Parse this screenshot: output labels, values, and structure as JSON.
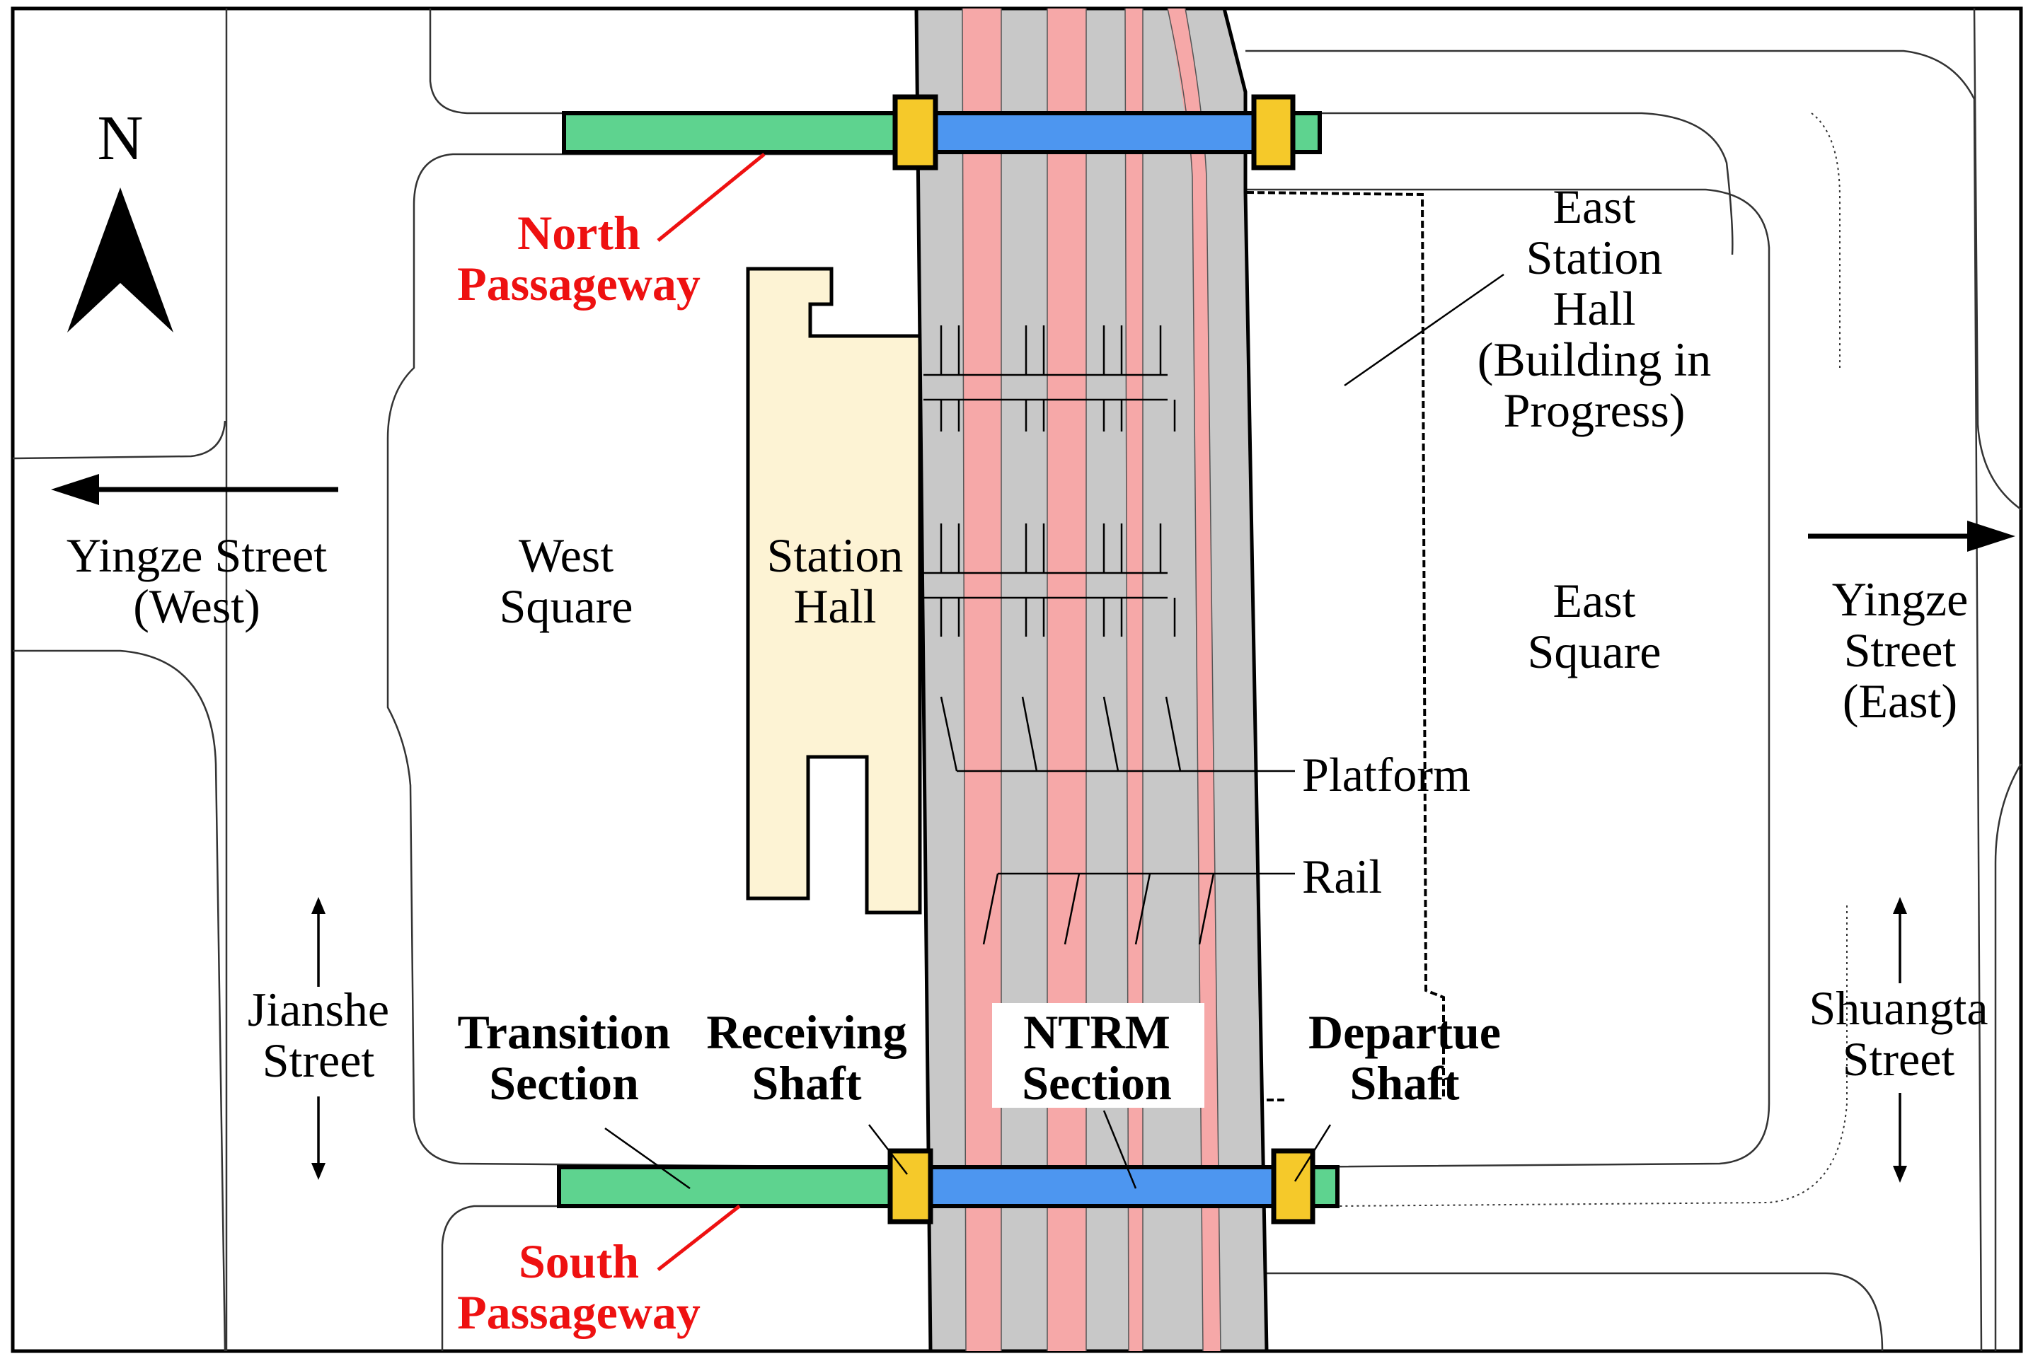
{
  "compass": {
    "letter": "N",
    "icon": "north-arrow-icon"
  },
  "streets": {
    "yingze_west": [
      "Yingze Street",
      "(West)"
    ],
    "yingze_east": [
      "Yingze",
      "Street",
      "(East)"
    ],
    "jianshe": [
      "Jianshe",
      "Street"
    ],
    "shuangta": [
      "Shuangta",
      "Street"
    ]
  },
  "areas": {
    "west_square": [
      "West",
      "Square"
    ],
    "station_hall": [
      "Station",
      "Hall"
    ],
    "east_station_hall": [
      "East",
      "Station",
      "Hall",
      "(Building in",
      "Progress)"
    ],
    "east_square": [
      "East",
      "Square"
    ]
  },
  "labels": {
    "platform": "Platform",
    "rail": "Rail",
    "north_passageway": [
      "North",
      "Passageway"
    ],
    "south_passageway": [
      "South",
      "Passageway"
    ],
    "transition_section": [
      "Transition",
      "Section"
    ],
    "receiving_shaft": [
      "Receiving",
      "Shaft"
    ],
    "ntrm_section": [
      "NTRM",
      "Section"
    ],
    "departure_shaft": [
      "Departue",
      "Shaft"
    ]
  },
  "colors": {
    "transition": "#5ed38f",
    "ntrm": "#4d96f0",
    "shaft": "#f5c92a",
    "station_hall": "#fdf3d4",
    "track_bed": "#c8c8c8",
    "rail": "#f6a8a8",
    "highlight": "#ee1111"
  }
}
